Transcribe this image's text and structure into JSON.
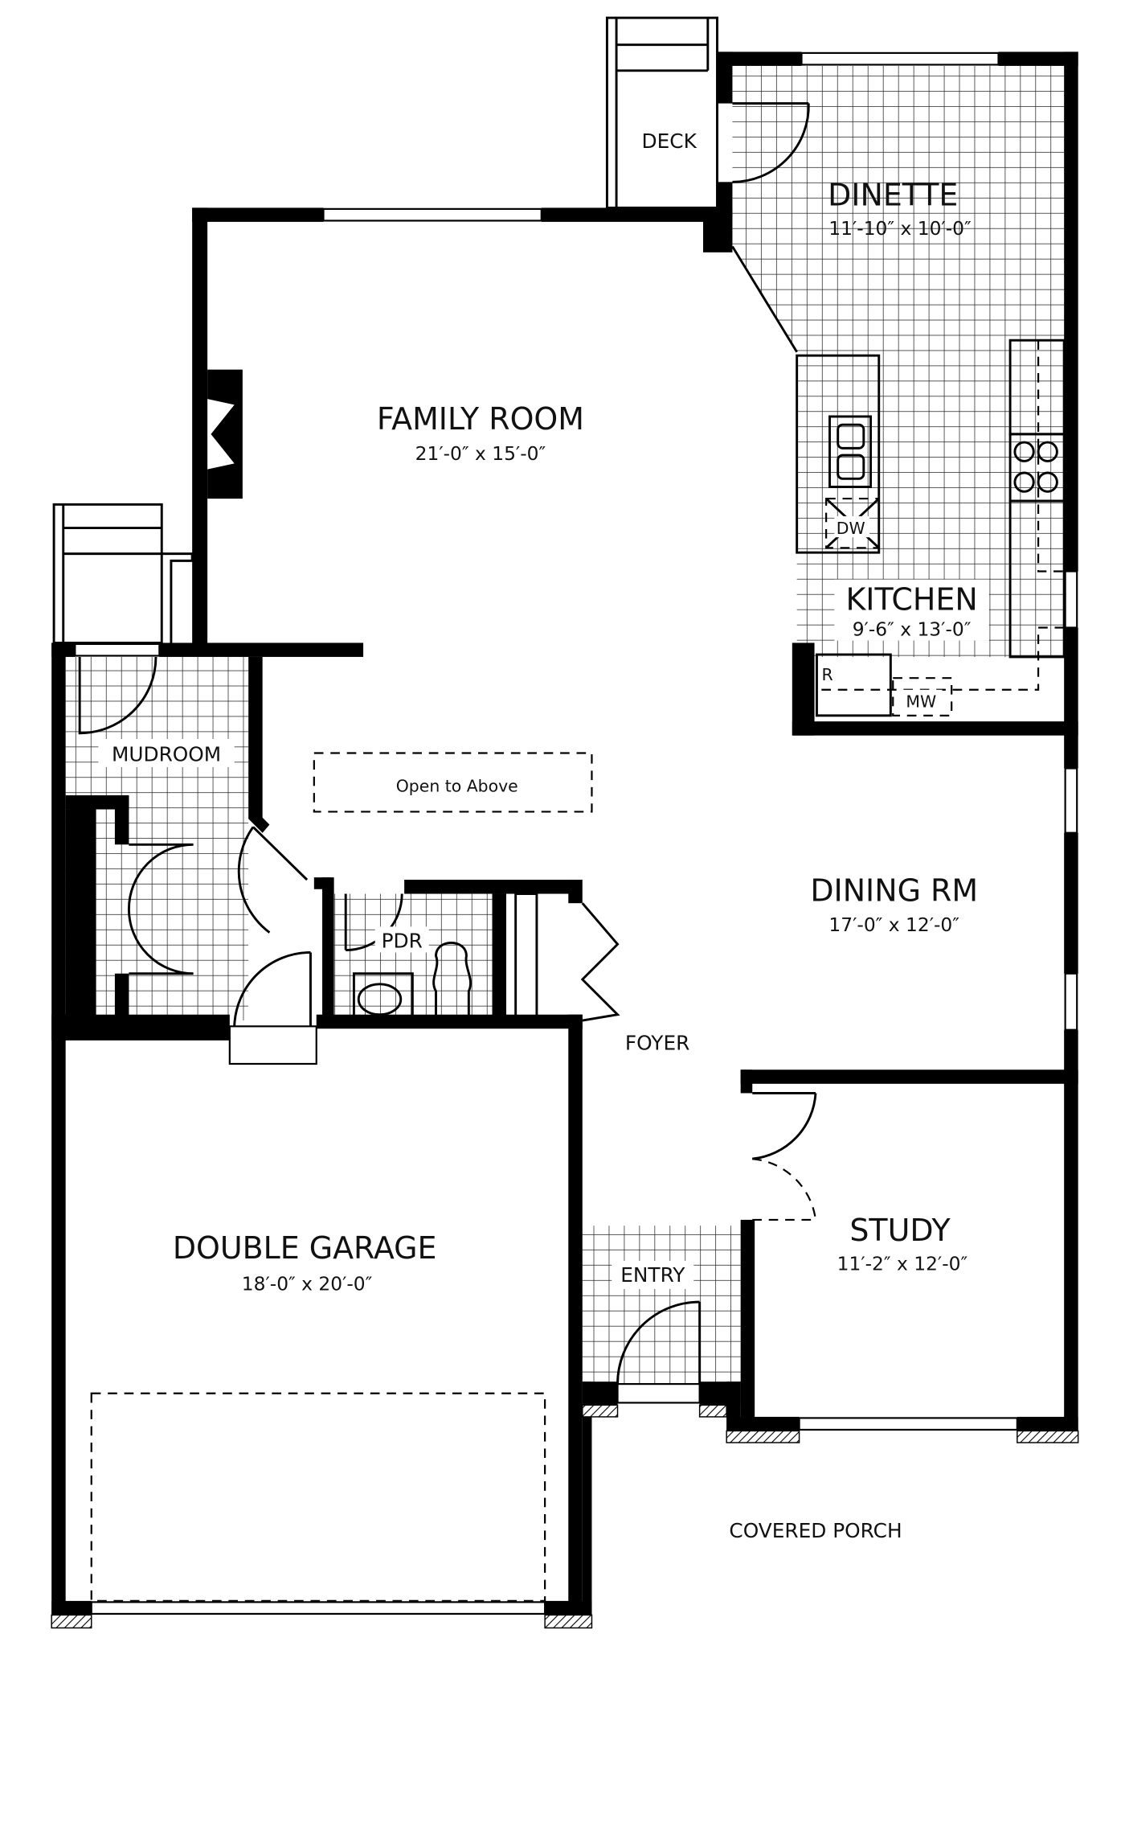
{
  "plan": {
    "rooms": {
      "deck": {
        "name": "DECK"
      },
      "dinette": {
        "name": "DINETTE",
        "size": "11′-10″ x 10′-0″"
      },
      "family_room": {
        "name": "FAMILY ROOM",
        "size": "21′-0″ x 15′-0″"
      },
      "kitchen": {
        "name": "KITCHEN",
        "size": "9′-6″ x 13′-0″"
      },
      "mudroom": {
        "name": "MUDROOM"
      },
      "open_to_above": {
        "name": "Open to Above"
      },
      "dining": {
        "name": "DINING RM",
        "size": "17′-0″ x 12′-0″"
      },
      "pdr": {
        "name": "PDR"
      },
      "foyer": {
        "name": "FOYER"
      },
      "garage": {
        "name": "DOUBLE GARAGE",
        "size": "18′-0″ x 20′-0″"
      },
      "study": {
        "name": "STUDY",
        "size": "11′-2″ x 12′-0″"
      },
      "entry": {
        "name": "ENTRY"
      },
      "porch": {
        "name": "COVERED PORCH"
      }
    },
    "appliances": {
      "dishwasher": "DW",
      "refrigerator": "R",
      "microwave": "MW"
    }
  }
}
